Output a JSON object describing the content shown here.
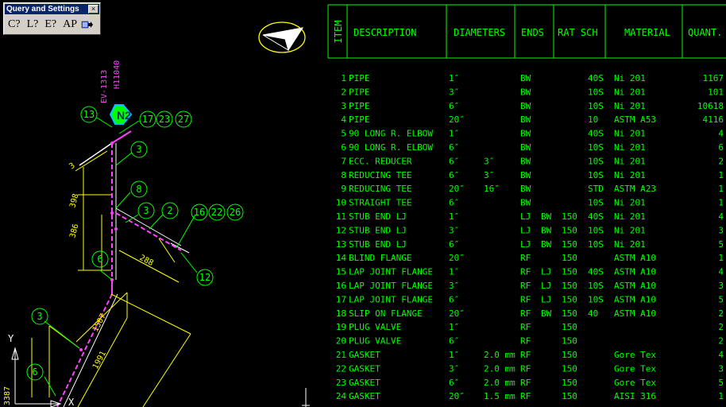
{
  "toolbar": {
    "title": "Query and Settings",
    "close_glyph": "×",
    "buttons": [
      "C?",
      "L?",
      "E?",
      "AP"
    ],
    "export_icon": "export-arrow-icon"
  },
  "bom": {
    "headers": {
      "item": "ITEM",
      "description": "DESCRIPTION",
      "diameters": "DIAMETERS",
      "ends": "ENDS",
      "rat_sch": "RAT SCH",
      "material": "MATERIAL",
      "quantity": "QUANT."
    },
    "rows": [
      {
        "item": "1",
        "desc": "PIPE",
        "dia1": "1″",
        "dia2": "",
        "end1": "BW",
        "end2": "",
        "rat": "",
        "sch": "40S",
        "mat": "Ni 201",
        "qty": "1167"
      },
      {
        "item": "2",
        "desc": "PIPE",
        "dia1": "3″",
        "dia2": "",
        "end1": "BW",
        "end2": "",
        "rat": "",
        "sch": "10S",
        "mat": "Ni 201",
        "qty": "101"
      },
      {
        "item": "3",
        "desc": "PIPE",
        "dia1": "6″",
        "dia2": "",
        "end1": "BW",
        "end2": "",
        "rat": "",
        "sch": "10S",
        "mat": "Ni 201",
        "qty": "10618"
      },
      {
        "item": "4",
        "desc": "PIPE",
        "dia1": "20″",
        "dia2": "",
        "end1": "BW",
        "end2": "",
        "rat": "",
        "sch": "10",
        "mat": "ASTM A53",
        "qty": "4116"
      },
      {
        "item": "5",
        "desc": "90 LONG R. ELBOW",
        "dia1": "1″",
        "dia2": "",
        "end1": "BW",
        "end2": "",
        "rat": "",
        "sch": "40S",
        "mat": "Ni 201",
        "qty": "4"
      },
      {
        "item": "6",
        "desc": "90 LONG R. ELBOW",
        "dia1": "6″",
        "dia2": "",
        "end1": "BW",
        "end2": "",
        "rat": "",
        "sch": "10S",
        "mat": "Ni 201",
        "qty": "6"
      },
      {
        "item": "7",
        "desc": "ECC. REDUCER",
        "dia1": "6″",
        "dia2": "3″",
        "end1": "BW",
        "end2": "",
        "rat": "",
        "sch": "10S",
        "mat": "Ni 201",
        "qty": "2"
      },
      {
        "item": "8",
        "desc": "REDUCING TEE",
        "dia1": "6″",
        "dia2": "3″",
        "end1": "BW",
        "end2": "",
        "rat": "",
        "sch": "10S",
        "mat": "Ni 201",
        "qty": "1"
      },
      {
        "item": "9",
        "desc": "REDUCING TEE",
        "dia1": "20″",
        "dia2": "16″",
        "end1": "BW",
        "end2": "",
        "rat": "",
        "sch": "STD",
        "mat": "ASTM A23",
        "qty": "1"
      },
      {
        "item": "10",
        "desc": "STRAIGHT TEE",
        "dia1": "6″",
        "dia2": "",
        "end1": "BW",
        "end2": "",
        "rat": "",
        "sch": "10S",
        "mat": "Ni 201",
        "qty": "1"
      },
      {
        "item": "11",
        "desc": "STUB END LJ",
        "dia1": "1″",
        "dia2": "",
        "end1": "LJ",
        "end2": "BW",
        "rat": "150",
        "sch": "40S",
        "mat": "Ni 201",
        "qty": "4"
      },
      {
        "item": "12",
        "desc": "STUB END LJ",
        "dia1": "3″",
        "dia2": "",
        "end1": "LJ",
        "end2": "BW",
        "rat": "150",
        "sch": "10S",
        "mat": "Ni 201",
        "qty": "3"
      },
      {
        "item": "13",
        "desc": "STUB END LJ",
        "dia1": "6″",
        "dia2": "",
        "end1": "LJ",
        "end2": "BW",
        "rat": "150",
        "sch": "10S",
        "mat": "Ni 201",
        "qty": "5"
      },
      {
        "item": "14",
        "desc": "BLIND FLANGE",
        "dia1": "20″",
        "dia2": "",
        "end1": "RF",
        "end2": "",
        "rat": "150",
        "sch": "",
        "mat": "ASTM A10",
        "qty": "1"
      },
      {
        "item": "15",
        "desc": "LAP JOINT FLANGE",
        "dia1": "1″",
        "dia2": "",
        "end1": "RF",
        "end2": "LJ",
        "rat": "150",
        "sch": "40S",
        "mat": "ASTM A10",
        "qty": "4"
      },
      {
        "item": "16",
        "desc": "LAP JOINT FLANGE",
        "dia1": "3″",
        "dia2": "",
        "end1": "RF",
        "end2": "LJ",
        "rat": "150",
        "sch": "10S",
        "mat": "ASTM A10",
        "qty": "3"
      },
      {
        "item": "17",
        "desc": "LAP JOINT FLANGE",
        "dia1": "6″",
        "dia2": "",
        "end1": "RF",
        "end2": "LJ",
        "rat": "150",
        "sch": "10S",
        "mat": "ASTM A10",
        "qty": "5"
      },
      {
        "item": "18",
        "desc": "SLIP ON FLANGE",
        "dia1": "20″",
        "dia2": "",
        "end1": "RF",
        "end2": "BW",
        "rat": "150",
        "sch": "40",
        "mat": "ASTM A10",
        "qty": "2"
      },
      {
        "item": "19",
        "desc": "PLUG VALVE",
        "dia1": "1″",
        "dia2": "",
        "end1": "RF",
        "end2": "",
        "rat": "150",
        "sch": "",
        "mat": "",
        "qty": "2"
      },
      {
        "item": "20",
        "desc": "PLUG VALVE",
        "dia1": "6″",
        "dia2": "",
        "end1": "RF",
        "end2": "",
        "rat": "150",
        "sch": "",
        "mat": "",
        "qty": "2"
      },
      {
        "item": "21",
        "desc": "GASKET",
        "dia1": "1″",
        "dia2": "2.0 mm",
        "end1": "RF",
        "end2": "",
        "rat": "150",
        "sch": "",
        "mat": "Gore Tex",
        "qty": "4"
      },
      {
        "item": "22",
        "desc": "GASKET",
        "dia1": "3″",
        "dia2": "2.0 mm",
        "end1": "RF",
        "end2": "",
        "rat": "150",
        "sch": "",
        "mat": "Gore Tex",
        "qty": "3"
      },
      {
        "item": "23",
        "desc": "GASKET",
        "dia1": "6″",
        "dia2": "2.0 mm",
        "end1": "RF",
        "end2": "",
        "rat": "150",
        "sch": "",
        "mat": "Gore Tex",
        "qty": "5"
      },
      {
        "item": "24",
        "desc": "GASKET",
        "dia1": "20″",
        "dia2": "1.5 mm",
        "end1": "RF",
        "end2": "",
        "rat": "150",
        "sch": "",
        "mat": "AISI 316",
        "qty": "1"
      }
    ]
  },
  "drawing": {
    "line_label": "EV-1313",
    "line_sub": "H11040",
    "nozzle_tag": "N2",
    "bubbles": [
      "13",
      "17",
      "23",
      "27",
      "3",
      "8",
      "3",
      "2",
      "16",
      "22",
      "26",
      "6",
      "12",
      "3",
      "6"
    ],
    "dimensions": [
      "398",
      "386",
      "288",
      "1507",
      "1991",
      "3",
      "3387"
    ],
    "axis_y": "Y",
    "axis_x": "X"
  },
  "colors": {
    "background": "#000000",
    "bom_text": "#00ff00",
    "pipe": "#ff40ff",
    "dimension": "#ffff00",
    "nozzle": "#00c0ff",
    "north_arrow": "#ffff00",
    "axis": "#ffffff"
  }
}
